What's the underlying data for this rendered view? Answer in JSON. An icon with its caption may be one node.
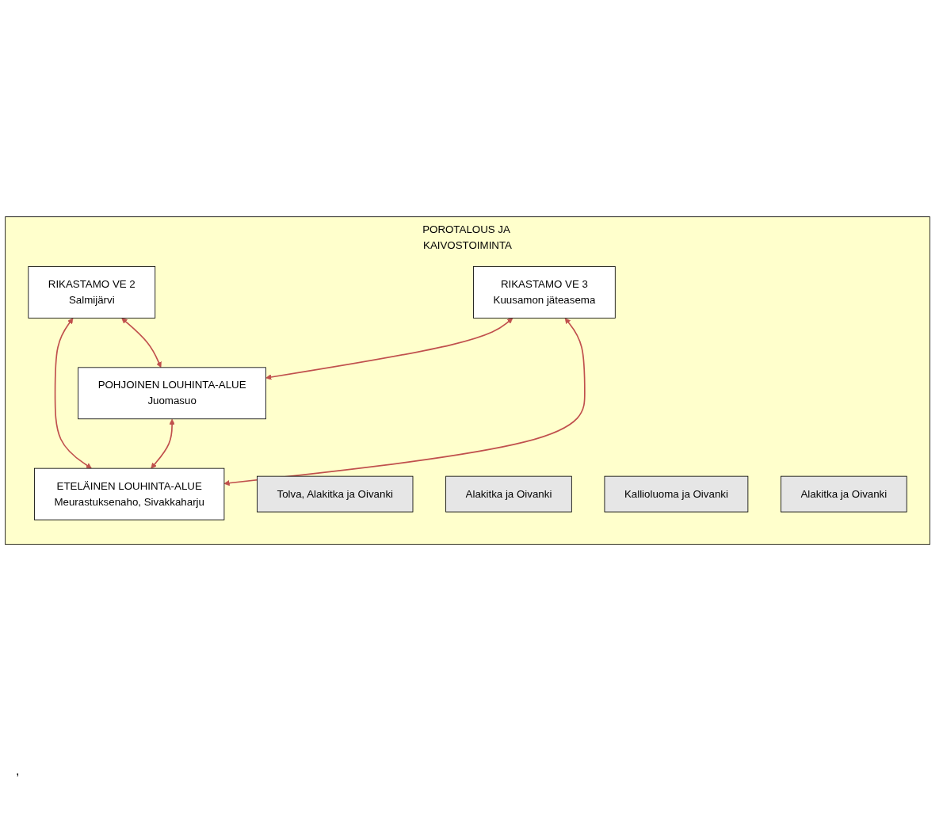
{
  "diagram": {
    "nodes": [
      {
        "text": [
          "POROTALOUS JA KAIVOSTOIMINTA"
        ]
      },
      {
        "text": [
          "RIKASTAMO VE 2",
          "Salmijärvi"
        ],
        "in": 0
      },
      {
        "text": [
          "Tolva, Alakitka ja Oivanki"
        ],
        "in": 0
      },
      {
        "text": [
          "POHJOINEN LOUHINTA-ALUE",
          "Juomasuo"
        ],
        "in": 0
      },
      {
        "text": [
          "Alakitka ja Oivanki"
        ],
        "in": 0
      },
      {
        "text": [
          "Kallioluoma ja Oivanki"
        ],
        "in": 0
      },
      {
        "text": [
          "RIKASTAMO VE 3",
          "Kuusamon jäteasema"
        ],
        "in": 0
      },
      {
        "text": [
          "Alakitka ja Oivanki"
        ],
        "in": 0
      },
      {
        "text": [
          "ETELÄINEN LOUHINTA-ALUE",
          "Meurastuksenaho, Sivakkaharju"
        ],
        "in": 0
      }
    ],
    "edges": [
      {
        "from": 1,
        "to": 3,
        "arrow": "both"
      },
      {
        "from": 1,
        "to": 8,
        "arrow": "both"
      },
      {
        "from": 6,
        "to": 3,
        "arrow": "both"
      },
      {
        "from": 3,
        "to": 8,
        "arrow": "both"
      },
      {
        "from": 6,
        "to": 8,
        "arrow": "both"
      }
    ],
    "labels": [
      ","
    ]
  }
}
